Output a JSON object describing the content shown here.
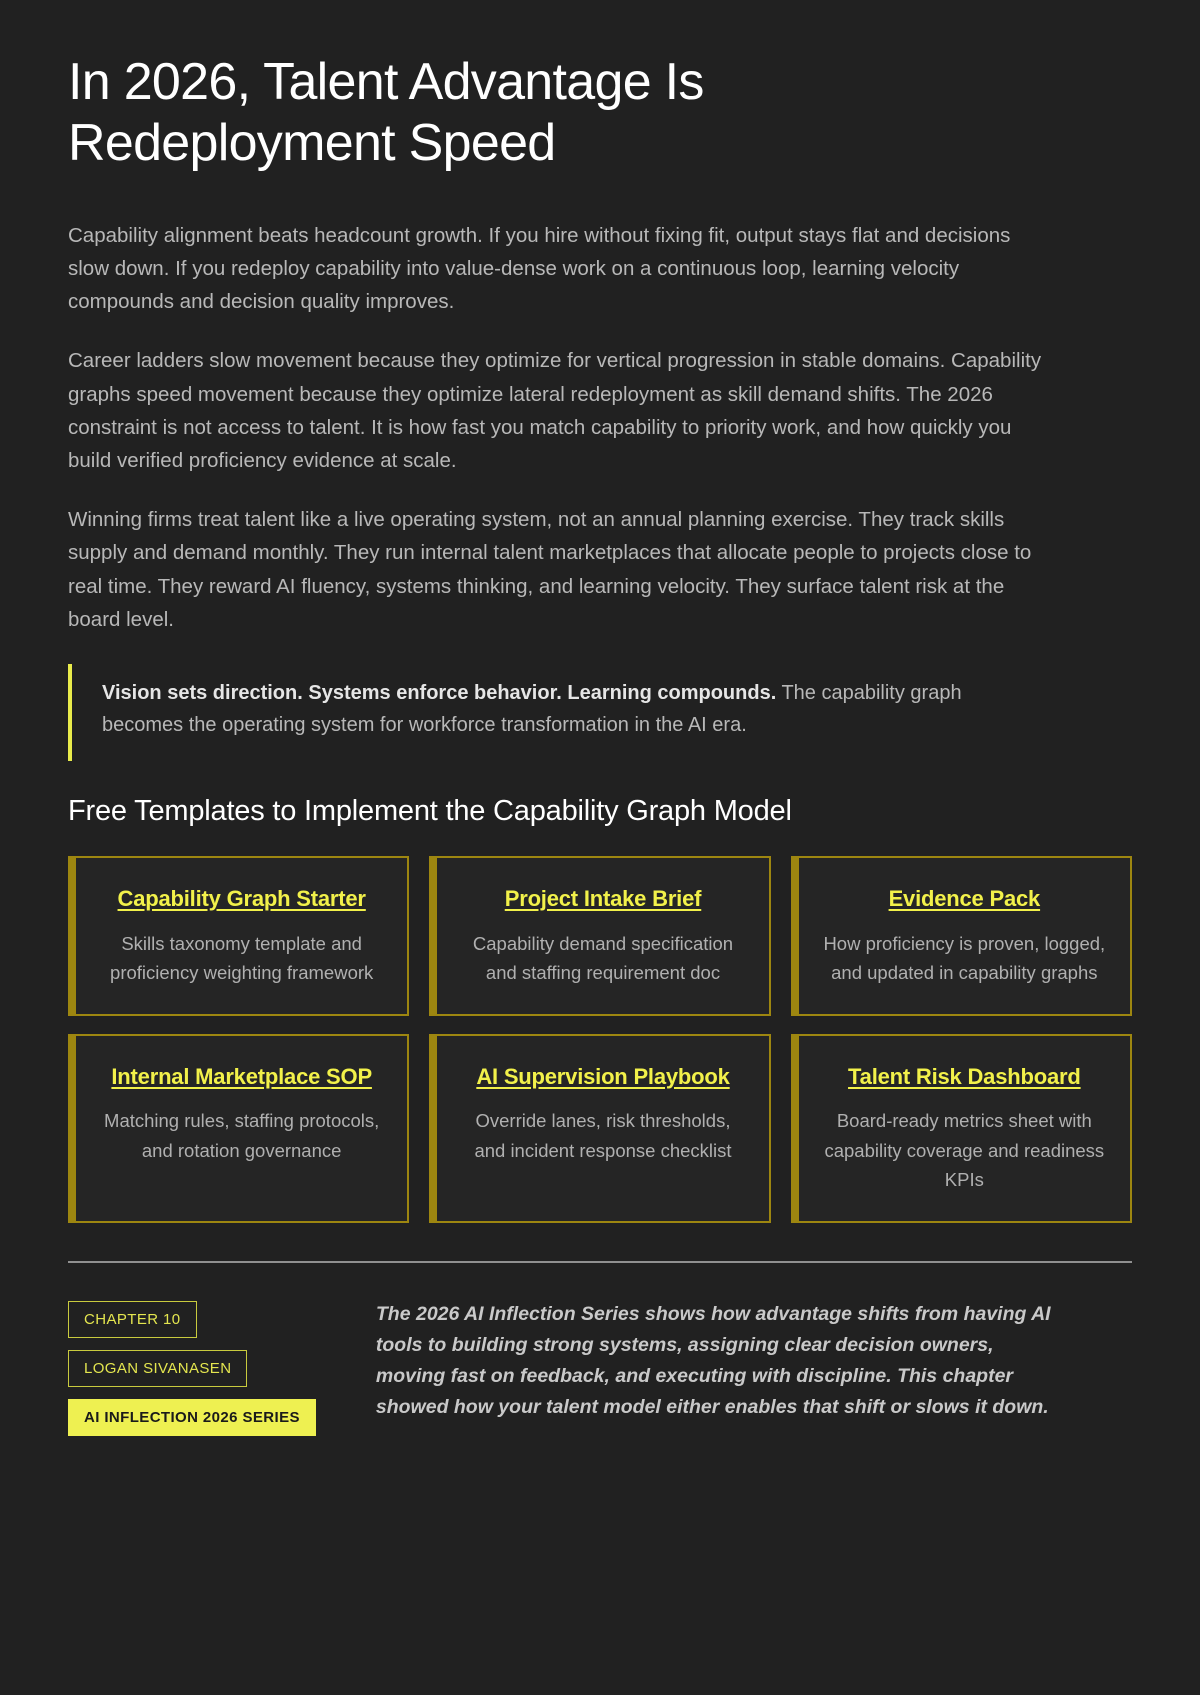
{
  "article": {
    "title": "In 2026, Talent Advantage Is Redeployment Speed",
    "paragraphs": [
      "Capability alignment beats headcount growth. If you hire without fixing fit, output stays flat and decisions slow down. If you redeploy capability into value-dense work on a continuous loop, learning velocity compounds and decision quality improves.",
      "Career ladders slow movement because they optimize for vertical progression in stable domains. Capability graphs speed movement because they optimize lateral redeployment as skill demand shifts. The 2026 constraint is not access to talent. It is how fast you match capability to priority work, and how quickly you build verified proficiency evidence at scale.",
      "Winning firms treat talent like a live operating system, not an annual planning exercise. They track skills supply and demand monthly. They run internal talent marketplaces that allocate people to projects close to real time. They reward AI fluency, systems thinking, and learning velocity. They surface talent risk at the board level."
    ]
  },
  "callout": {
    "lead": "Vision sets direction. Systems enforce behavior. Learning compounds.",
    "rest": " The capability graph becomes the operating system for workforce transformation in the AI era."
  },
  "templates": {
    "heading": "Free Templates to Implement the Capability Graph Model",
    "cards": [
      {
        "title": "Capability Graph Starter",
        "desc": "Skills taxonomy template and proficiency weighting framework"
      },
      {
        "title": "Project Intake Brief",
        "desc": "Capability demand specification and staffing requirement doc"
      },
      {
        "title": "Evidence Pack",
        "desc": "How proficiency is proven, logged, and updated in capability graphs"
      },
      {
        "title": "Internal Marketplace SOP",
        "desc": "Matching rules, staffing protocols, and rotation governance"
      },
      {
        "title": "AI Supervision Playbook",
        "desc": "Override lanes, risk thresholds, and incident response checklist"
      },
      {
        "title": "Talent Risk Dashboard",
        "desc": "Board-ready metrics sheet with capability coverage and readiness KPIs"
      }
    ]
  },
  "footer": {
    "badges": [
      {
        "label": "CHAPTER 10",
        "style": "outline"
      },
      {
        "label": "LOGAN SIVANASEN",
        "style": "outline"
      },
      {
        "label": "AI INFLECTION 2026 SERIES",
        "style": "filled"
      }
    ],
    "note": "The 2026 AI Inflection Series shows how advantage shifts from having AI tools to building strong systems, assigning clear decision owners, moving fast on feedback, and executing with discipline. This chapter showed how your talent model either enables that shift or slows it down."
  },
  "colors": {
    "background": "#212121",
    "accent_yellow": "#eef051",
    "card_border": "#9d8610",
    "body_text": "#b8b8b8",
    "heading_text": "#ffffff"
  }
}
